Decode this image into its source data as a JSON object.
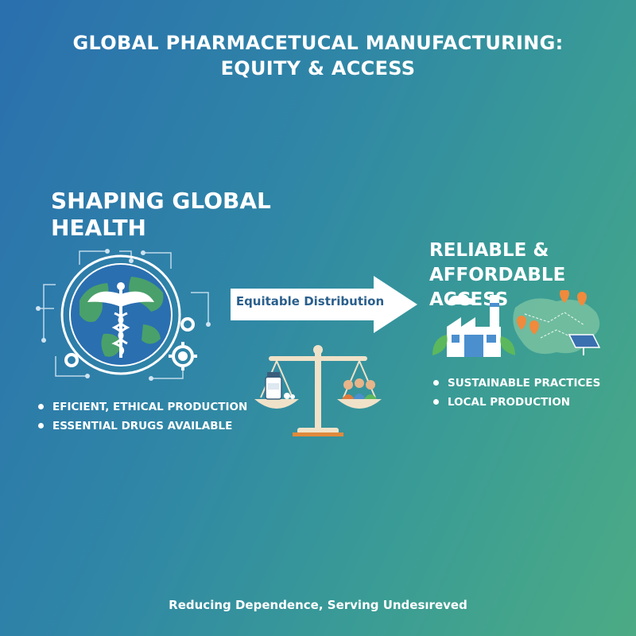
{
  "title": {
    "line1": "GLOBAL PHARMACETUCAL MANUFACTURING:",
    "line2": "EQUITY & ACCESS"
  },
  "left_panel": {
    "heading_line1": "SHAPING GLOBAL",
    "heading_line2": "HEALTH",
    "bullets": [
      "EFICIENT, ETHICAL PRODUCTION",
      "ESSENTIAL DRUGS AVAILABLE"
    ]
  },
  "center": {
    "arrow_label": "Equitable Distribution"
  },
  "right_panel": {
    "heading_line1": "RELIABLE &",
    "heading_line2": "AFFORDABLE ACCESS",
    "bullets": [
      "SUSTAINABLE PRACTICES",
      "LOCAL PRODUCTION"
    ]
  },
  "footer": {
    "text": "Reducing Dependence, Serving Undesıreved"
  },
  "colors": {
    "gradient_start": "#2a6fae",
    "gradient_end": "#4cab84",
    "arrow_fill": "#ffffff",
    "arrow_text": "#2a5f8c",
    "globe_ocean": "#2a6fb0",
    "globe_land": "#4aa06a",
    "scale_wood": "#f0e2c8",
    "factory_green": "#5cb85c",
    "pin_orange": "#f08a3c"
  },
  "icons": {
    "globe": "globe-caduceus-icon",
    "gears": "gear-icon",
    "arrow": "right-arrow-icon",
    "scale": "balance-scale-icon",
    "medicine": "medicine-bottle-icon",
    "people": "people-icon",
    "factory": "factory-icon",
    "map": "map-pin-icon",
    "solar": "solar-panel-icon"
  }
}
